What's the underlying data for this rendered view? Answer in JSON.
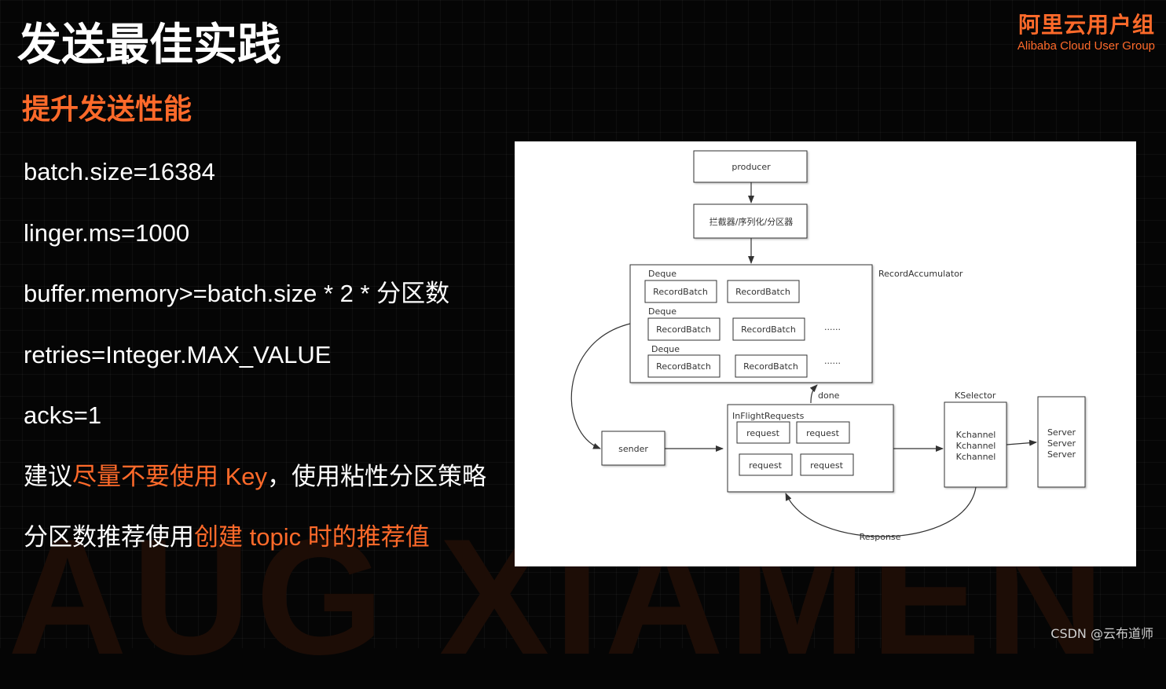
{
  "slide": {
    "title": "发送最佳实践",
    "subtitle": "提升发送性能",
    "logo": {
      "cn": "阿里云用户组",
      "en": "Alibaba Cloud User Group"
    },
    "watermark": "AUG XIAMEN",
    "footer": "CSDN @云布道师"
  },
  "items": [
    {
      "text": "batch.size=16384"
    },
    {
      "text": "linger.ms=1000"
    },
    {
      "text": "buffer.memory>=batch.size * 2 * 分区数"
    },
    {
      "text": "retries=Integer.MAX_VALUE"
    },
    {
      "text": "acks=1"
    },
    {
      "prefix": "建议",
      "highlight": "尽量不要使用 Key",
      "suffix": "，使用粘性分区策略"
    },
    {
      "prefix": "分区数推荐使用",
      "highlight": "创建 topic 时的推荐值",
      "suffix": ""
    }
  ],
  "diagram": {
    "producer": "producer",
    "interceptor": "拦截器/序列化/分区器",
    "accumulator_label": "RecordAccumulator",
    "deque_label": "Deque",
    "record_batch": "RecordBatch",
    "ellipsis": "......",
    "sender": "sender",
    "inflight_label": "InFlightRequests",
    "request": "request",
    "done": "done",
    "kselector_label": "KSelector",
    "kchannel": "Kchannel",
    "server": "Server",
    "response": "Response"
  },
  "colors": {
    "accent": "#ff6a2a",
    "background": "#050505",
    "text": "#ffffff"
  }
}
